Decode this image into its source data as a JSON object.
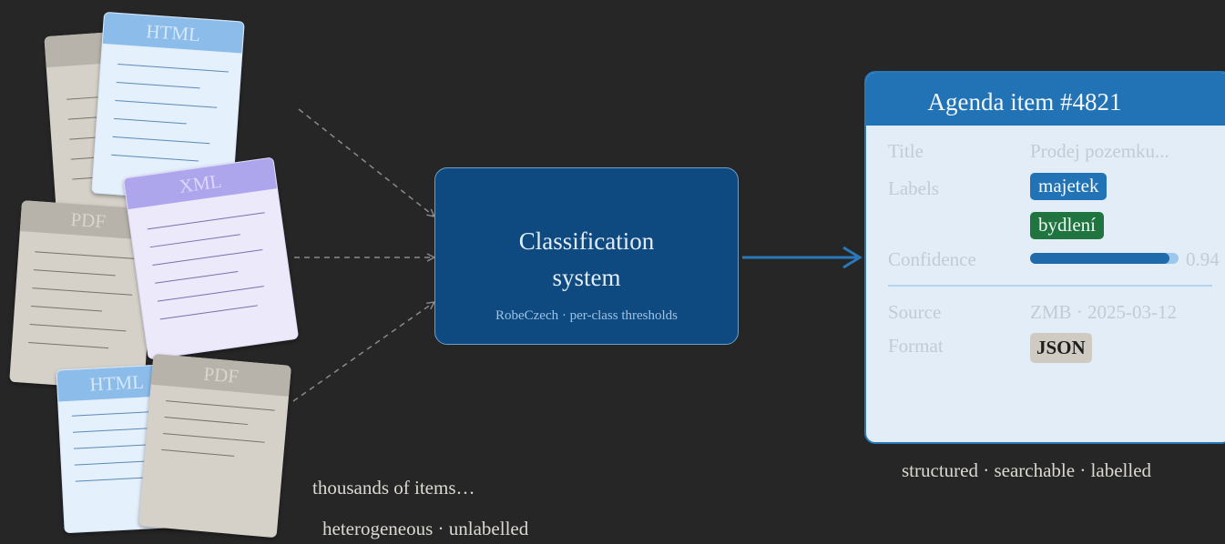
{
  "documents": [
    {
      "type": "gray",
      "label": ""
    },
    {
      "type": "blue",
      "label": "HTML"
    },
    {
      "type": "gray",
      "label": "PDF"
    },
    {
      "type": "purple",
      "label": "XML"
    },
    {
      "type": "blue",
      "label": "HTML"
    },
    {
      "type": "gray",
      "label": "PDF"
    }
  ],
  "left_caption": {
    "line1": "thousands of items…",
    "line2": "heterogeneous · unlabelled"
  },
  "classifier": {
    "title_line1": "Classification",
    "title_line2": "system",
    "subtitle": "RobeCzech · per-class thresholds"
  },
  "card": {
    "title": "Agenda item #4821",
    "fields": {
      "title_label": "Title",
      "title_value": "Prodej pozemku...",
      "labels_label": "Labels",
      "labels": [
        "majetek",
        "bydlení"
      ],
      "confidence_label": "Confidence",
      "confidence": 0.94,
      "confidence_text": "0.94",
      "source_label": "Source",
      "source_value": "ZMB · 2025-03-12",
      "format_label": "Format",
      "format_value": "JSON"
    }
  },
  "right_caption": "structured · searchable · labelled",
  "colors": {
    "background": "#262626",
    "classifier_fill": "#0e4a80",
    "card_header": "#2173b5",
    "label_majetek": "#2173b5",
    "label_bydleni": "#1f7440",
    "arrow": "#2b78b8"
  }
}
